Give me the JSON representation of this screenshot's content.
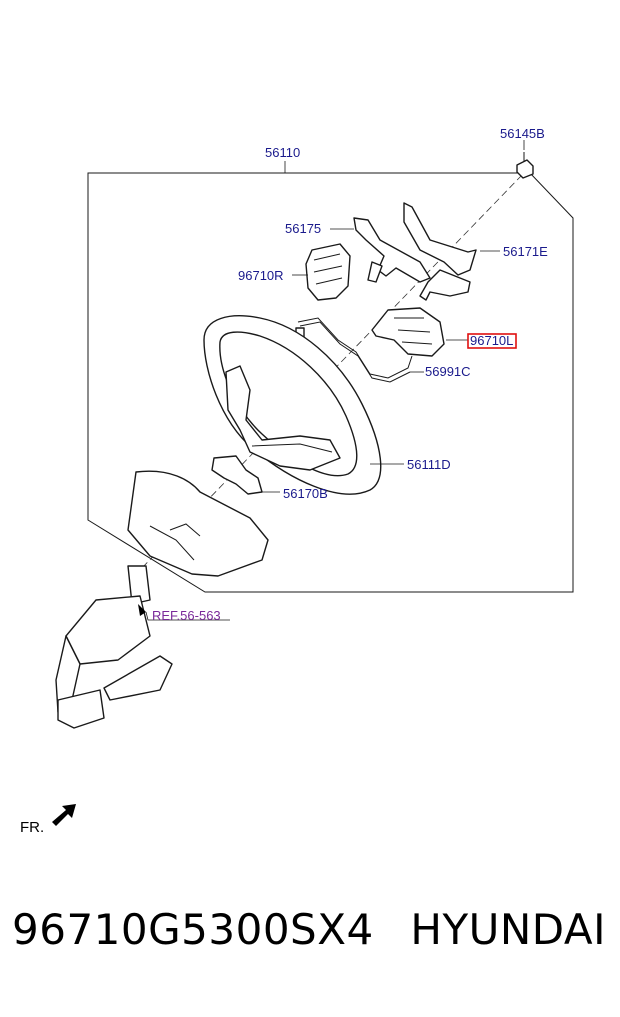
{
  "labels": {
    "p56145B": "56145B",
    "p56110": "56110",
    "p56175": "56175",
    "p56171E": "56171E",
    "p96710R": "96710R",
    "p96710L": "96710L",
    "p56991C": "56991C",
    "p56111D": "56111D",
    "p56170B": "56170B",
    "ref": "REF.56-563",
    "fr": "FR."
  },
  "footer": {
    "part_number": "96710G5300SX4",
    "brand": "HYUNDAI"
  },
  "colors": {
    "label": "#1a1a8c",
    "ref": "#7a2a9a",
    "highlight": "#e01010"
  }
}
